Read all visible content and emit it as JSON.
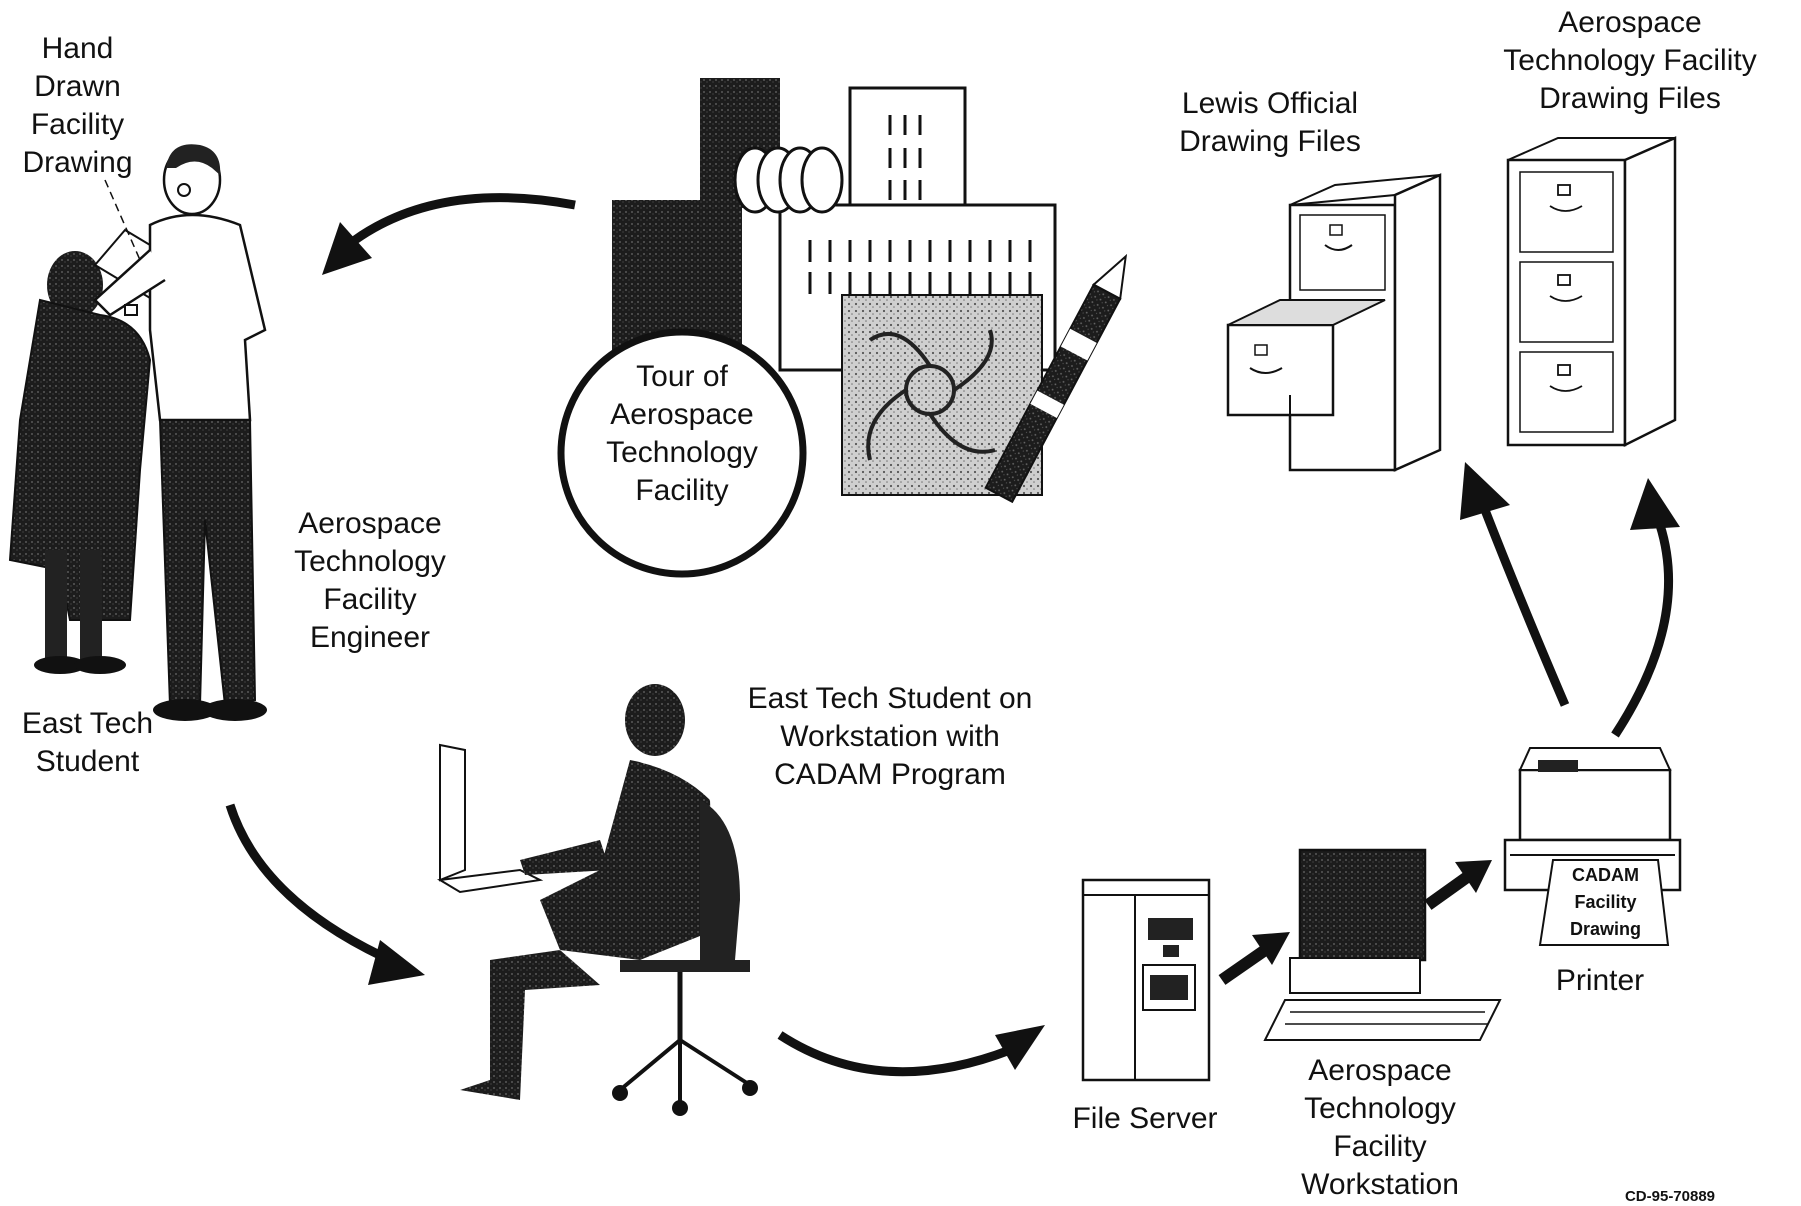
{
  "labels": {
    "hand_drawn": "Hand\nDrawn\nFacility\nDrawing",
    "tour": "Tour of\nAerospace\nTechnology\nFacility",
    "lewis_files": "Lewis Official\nDrawing Files",
    "atf_files": "Aerospace\nTechnology Facility\nDrawing Files",
    "engineer": "Aerospace\nTechnology\nFacility\nEngineer",
    "east_tech_student": "East Tech\nStudent",
    "student_workstation": "East Tech Student on\nWorkstation with\nCADAM Program",
    "file_server": "File Server",
    "atf_workstation": "Aerospace\nTechnology\nFacility\nWorkstation",
    "printer": "Printer",
    "printout": "CADAM\nFacility\nDrawing",
    "doc_code": "CD-95-70889"
  },
  "colors": {
    "ink": "#111111",
    "paper": "#ffffff",
    "shade": "#2a2a2a"
  }
}
